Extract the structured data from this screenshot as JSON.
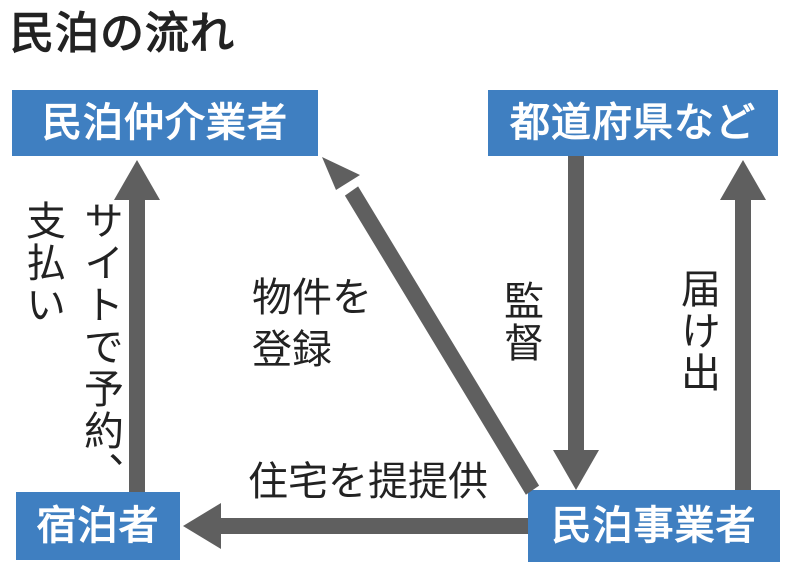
{
  "title": "民泊の流れ",
  "nodes": {
    "broker": "民泊仲介業者",
    "prefecture": "都道府県など",
    "guest": "宿泊者",
    "operator": "民泊事業者"
  },
  "edges": {
    "site_line1": "サイトで予約、",
    "site_line2": "支払い",
    "register_line1": "物件を",
    "register_line2": "登録",
    "supervision": "監督",
    "notification": "届け出",
    "provide_housing": "住宅を提提供"
  },
  "colors": {
    "node_fill": "#3f7fc1",
    "node_text": "#ffffff",
    "arrow": "#5f5f5f",
    "text": "#222222"
  }
}
